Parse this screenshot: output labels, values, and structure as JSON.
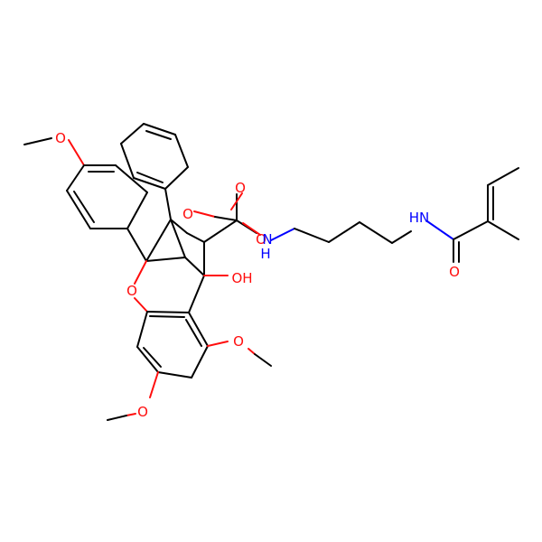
{
  "molecule": {
    "atom_labels": [
      {
        "id": "o-methoxy-top",
        "text": "O",
        "color": "#ff0d0d"
      },
      {
        "id": "o-ester-ring",
        "text": "O",
        "color": "#ff0d0d"
      },
      {
        "id": "o-carbonyl-acetate",
        "text": "O",
        "color": "#ff0d0d"
      },
      {
        "id": "o-amide-1",
        "text": "O",
        "color": "#ff0d0d"
      },
      {
        "id": "n-amide-1",
        "text": "H",
        "color": "#0000ff"
      },
      {
        "id": "n-amide-1-n",
        "text": "N",
        "color": "#0000ff"
      },
      {
        "id": "n-amide-2",
        "text": "HN",
        "color": "#0000ff"
      },
      {
        "id": "o-hydroxyl",
        "text": "OH",
        "color": "#ff0d0d"
      },
      {
        "id": "o-pyran",
        "text": "O",
        "color": "#ff0d0d"
      },
      {
        "id": "o-methoxy-right",
        "text": "O",
        "color": "#ff0d0d"
      },
      {
        "id": "o-methoxy-bottom",
        "text": "O",
        "color": "#ff0d0d"
      },
      {
        "id": "o-amide-2",
        "text": "O",
        "color": "#ff0d0d"
      }
    ],
    "colors": {
      "carbon": "#000000",
      "oxygen": "#ff0d0d",
      "nitrogen": "#0000ff",
      "background": "#ffffff"
    }
  }
}
